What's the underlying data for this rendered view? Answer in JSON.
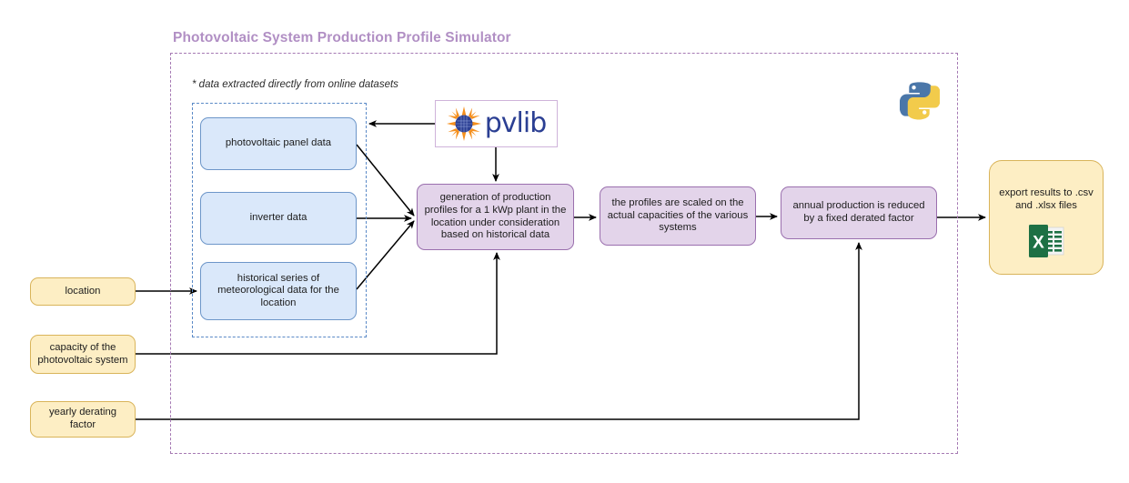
{
  "diagram": {
    "title": "Photovoltaic System Production Profile Simulator",
    "note": "* data extracted directly from online datasets",
    "colors": {
      "title": "#b18fc4",
      "outer_border": "#a579b3",
      "inner_border": "#5b8ac7",
      "blue_fill": "#dae8fa",
      "blue_border": "#6d96c9",
      "purple_fill": "#e3d4ea",
      "purple_border": "#9a6fae",
      "yellow_fill": "#fdeec4",
      "yellow_border": "#d9b45a",
      "arrow": "#000000",
      "pvlib_text": "#2b3f93",
      "excel_green": "#1d7044"
    },
    "data_sources": [
      {
        "id": "panel",
        "label": "photovoltaic panel data"
      },
      {
        "id": "inverter",
        "label": "inverter data"
      },
      {
        "id": "meteo",
        "label": "historical series of meteorological data for the location"
      }
    ],
    "process_steps": [
      {
        "id": "generation",
        "label": "generation of production profiles for a 1 kWp plant in the location under consideration based on historical data"
      },
      {
        "id": "scaling",
        "label": "the profiles are scaled on the actual capacities of the various systems"
      },
      {
        "id": "derating",
        "label": "annual production is reduced by a fixed derated factor"
      }
    ],
    "output": {
      "id": "export",
      "label": "export results to .csv and .xlsx files",
      "icon": "excel-icon"
    },
    "user_inputs": [
      {
        "id": "location",
        "label": "location"
      },
      {
        "id": "capacity",
        "label": "capacity of the photovoltaic system"
      },
      {
        "id": "derating_factor",
        "label": "yearly derating factor"
      }
    ],
    "libraries": [
      {
        "id": "pvlib",
        "label": "pvlib",
        "icon": "pvlib-sun-icon"
      },
      {
        "id": "python",
        "label": "",
        "icon": "python-logo-icon"
      }
    ]
  }
}
